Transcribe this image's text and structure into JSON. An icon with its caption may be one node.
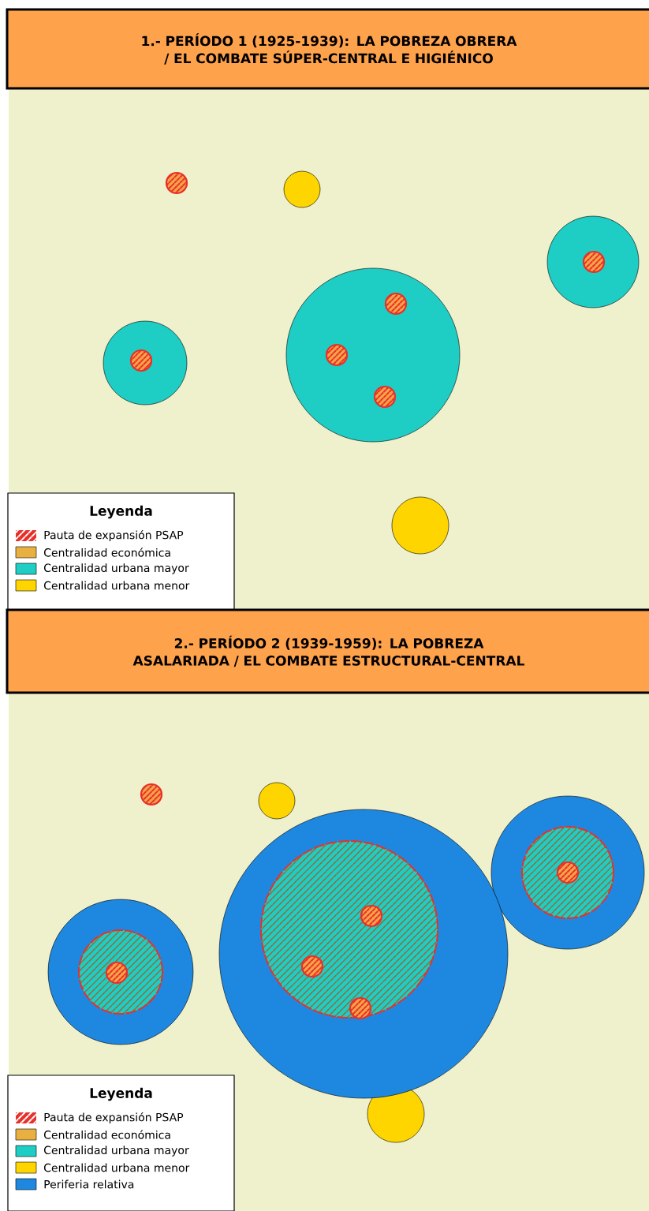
{
  "diagram": {
    "nodes": [
      {
        "text": [
          "1.- PERÍODO 1 (1925-1939): LA POBREZA OBRERA / EL COMBATE SÚPER-CENTRAL E HIGIÉNICO"
        ]
      },
      {
        "text": [
          "2.- PERÍODO 2 (1939-1959): LA POBREZA ASALARIADA / EL COMBATE ESTRUCTURAL-CENTRAL"
        ]
      }
    ],
    "labels": [
      "Leyenda",
      "Leyenda"
    ],
    "legend": [
      {
        "text": "Pauta de expansión PSAP"
      },
      {
        "text": "Centralidad económica",
        "color": "#e8b040"
      },
      {
        "text": "Centralidad urbana mayor",
        "color": "#1ecdc4"
      },
      {
        "text": "Centralidad urbana menor",
        "color": "#ffd500"
      },
      {
        "text": "Pauta de expansión PSAP"
      },
      {
        "text": "Centralidad económica",
        "color": "#e8b040"
      },
      {
        "text": "Centralidad urbana mayor",
        "color": "#1ecdc4"
      },
      {
        "text": "Centralidad urbana menor",
        "color": "#ffd500"
      },
      {
        "text": "Periferia relativa",
        "color": "#1e88e0"
      }
    ]
  }
}
